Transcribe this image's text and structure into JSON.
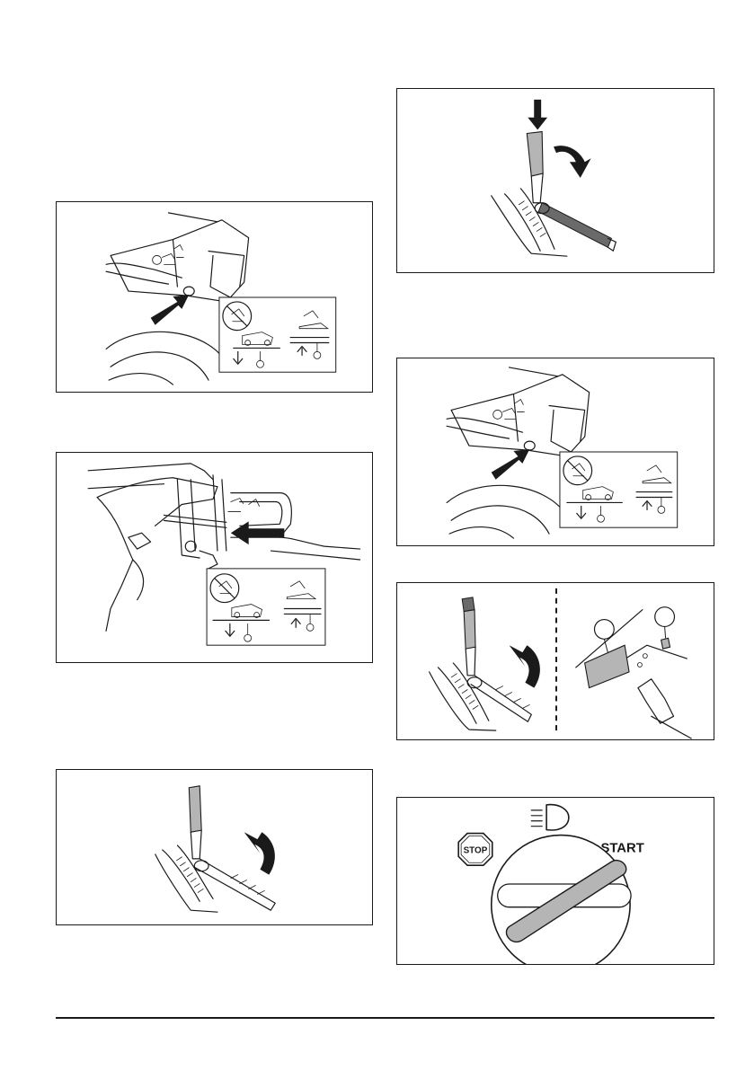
{
  "page": {
    "background": "#ffffff",
    "line_color": "#1a1a1a",
    "fill_grey": "#b5b5b5"
  },
  "figures": [
    {
      "id": "fig-cutting-height-lever-recess",
      "icon": "cutting-deck-lower-raise-decal"
    },
    {
      "id": "fig-tool-in-adjustment-slot",
      "icon": "cutting-deck-lower-raise-decal"
    },
    {
      "id": "fig-lever-raise",
      "icon": "curved-arrow-up"
    },
    {
      "id": "fig-lever-press-release",
      "icon": "press-down-and-rotate-arrows"
    },
    {
      "id": "fig-cutting-height-lever-recess-2",
      "icon": "cutting-deck-lower-raise-decal"
    },
    {
      "id": "fig-lever-raise-and-detail",
      "icon": "curved-arrow-up",
      "callouts": [
        "",
        ""
      ]
    },
    {
      "id": "fig-ignition-switch",
      "icon": "ignition-switch"
    }
  ],
  "ignition": {
    "stop_label": "STOP",
    "start_label": "START",
    "light_icon": "headlight-icon"
  }
}
